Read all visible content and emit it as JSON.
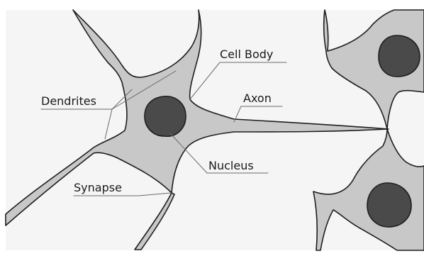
{
  "diagram": {
    "labels": {
      "cell_body": "Cell Body",
      "dendrites": "Dendrites",
      "axon": "Axon",
      "nucleus": "Nucleus",
      "synapse": "Synapse"
    },
    "colors": {
      "background": "#f5f5f5",
      "cell_fill": "#c8c8c8",
      "cell_outline": "#1e1e1e",
      "nucleus_fill": "#4a4a4a",
      "leader_line": "#6a6a6a"
    }
  }
}
